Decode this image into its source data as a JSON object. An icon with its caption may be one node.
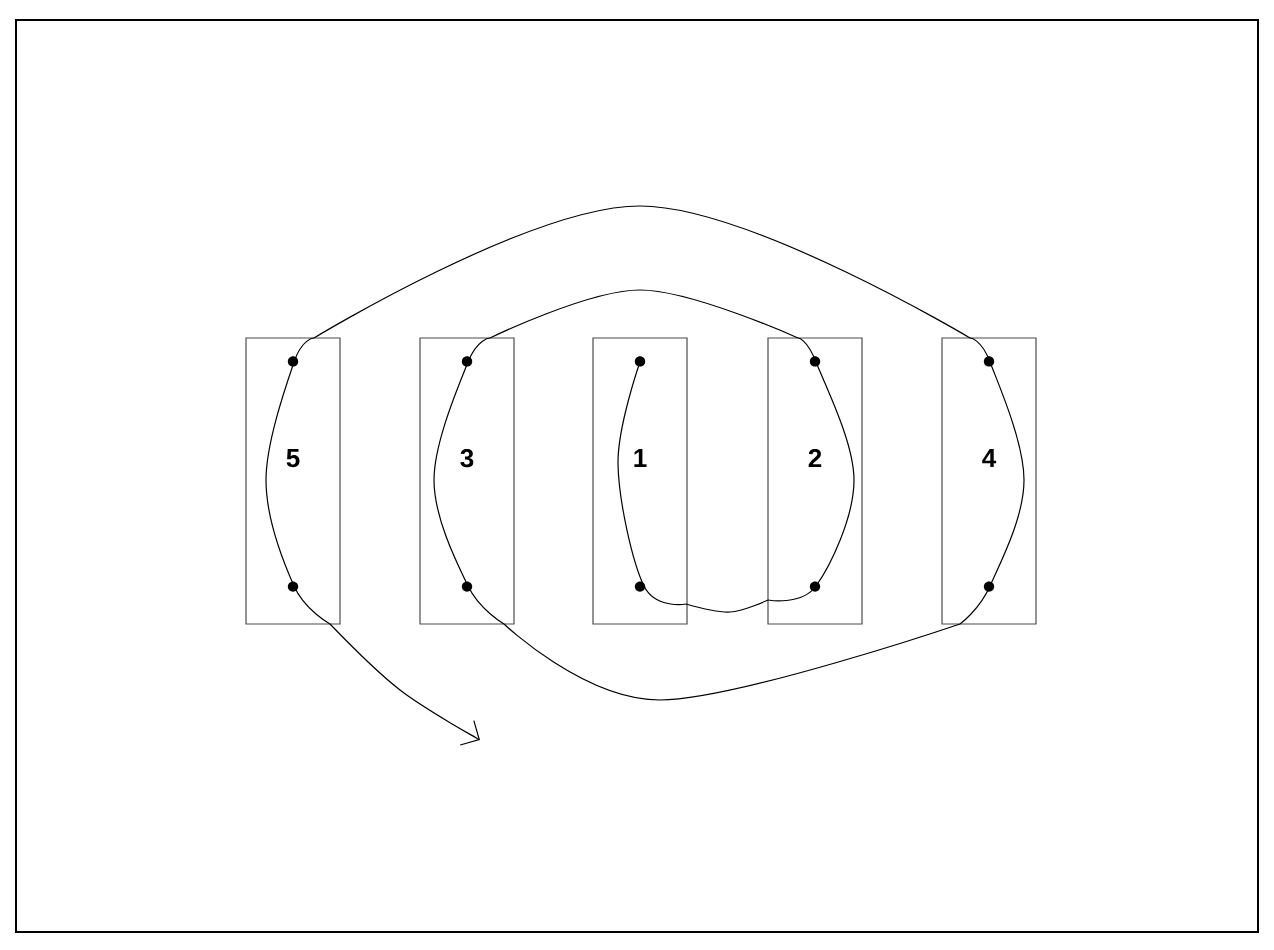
{
  "diagram": {
    "nodes": [
      {
        "text": [
          "5"
        ]
      },
      {
        "text": [
          "3"
        ]
      },
      {
        "text": [
          "1"
        ]
      },
      {
        "text": [
          "2"
        ]
      },
      {
        "text": [
          "4"
        ]
      }
    ],
    "edges": [
      {
        "from": 2,
        "to": 3,
        "arrow": "none"
      },
      {
        "from": 3,
        "to": 1,
        "arrow": "none"
      },
      {
        "from": 1,
        "to": 4,
        "arrow": "none"
      },
      {
        "from": 4,
        "to": 0,
        "arrow": "none"
      },
      {
        "from": 0,
        "to": null,
        "arrow": "to"
      }
    ]
  }
}
